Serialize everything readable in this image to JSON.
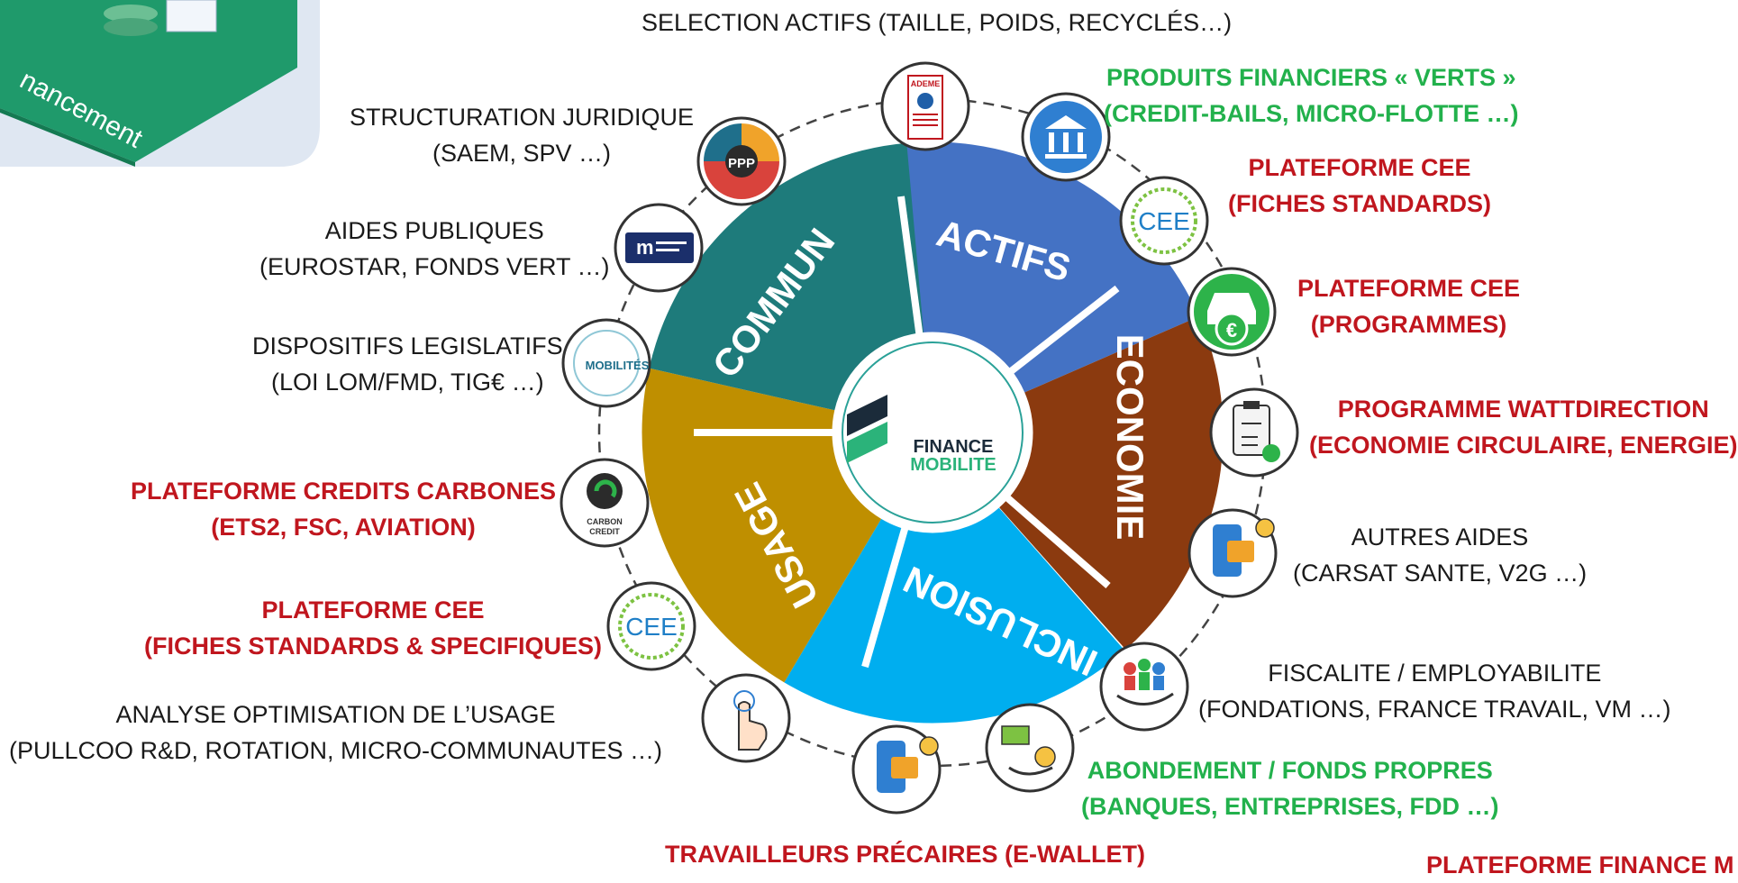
{
  "tile_label": "nancement",
  "center": {
    "line1": "FINANCE",
    "line2": "MOBILITE"
  },
  "segments": {
    "actifs": "ACTIFS",
    "economie": "ECONOMIE",
    "inclusion": "INCLUSION",
    "usage": "USAGE",
    "commun": "COMMUN"
  },
  "segment_colors": {
    "actifs": "#8b3a0f",
    "economie": "#00aeef",
    "inclusion": "#bf8f00",
    "usage": "#1e7b7b",
    "commun": "#4472c4"
  },
  "icons": {
    "ademe": "ADEME",
    "ppp": "PPP",
    "cee": "CEE",
    "mobilites": "MOBILITÉS",
    "carbon_line1": "CARBON",
    "carbon_line2": "CREDIT"
  },
  "labels": {
    "selection": "SELECTION ACTIFS (TAILLE, POIDS, RECYCLÉS…)",
    "verts_1": "PRODUITS FINANCIERS « VERTS »",
    "verts_2": "(CREDIT-BAILS, MICRO-FLOTTE …)",
    "cee_std_1": "PLATEFORME CEE",
    "cee_std_2": "(FICHES STANDARDS)",
    "cee_prog_1": "PLATEFORME CEE",
    "cee_prog_2": "(PROGRAMMES)",
    "watt_1": "PROGRAMME WATTDIRECTION",
    "watt_2": "(ECONOMIE CIRCULAIRE, ENERGIE)",
    "autres_1": "AUTRES AIDES",
    "autres_2": "(CARSAT SANTE, V2G …)",
    "fisc_1": "FISCALITE / EMPLOYABILITE",
    "fisc_2": "(FONDATIONS, FRANCE TRAVAIL, VM …)",
    "abond_1": "ABONDEMENT / FONDS PROPRES",
    "abond_2": "(BANQUES, ENTREPRISES, FDD …)",
    "precaires": "TRAVAILLEURS PRÉCAIRES (E-WALLET)",
    "plateforme_fm": "PLATEFORME FINANCE M",
    "analyse_1": "ANALYSE OPTIMISATION DE L’USAGE",
    "analyse_2": "(PULLCOO R&D, ROTATION, MICRO-COMMUNAUTES …)",
    "cee_spec_1": "PLATEFORME CEE",
    "cee_spec_2": "(FICHES STANDARDS & SPECIFIQUES)",
    "carbone_1": "PLATEFORME CREDITS CARBONES",
    "carbone_2": "(ETS2, FSC, AVIATION)",
    "dispositifs_1": "DISPOSITIFS LEGISLATIFS",
    "dispositifs_2": "(LOI LOM/FMD, TIG€ …)",
    "aides_1": "AIDES PUBLIQUES",
    "aides_2": "(EUROSTAR, FONDS VERT …)",
    "struct_1": "STRUCTURATION JURIDIQUE",
    "struct_2": "(SAEM, SPV …)"
  }
}
